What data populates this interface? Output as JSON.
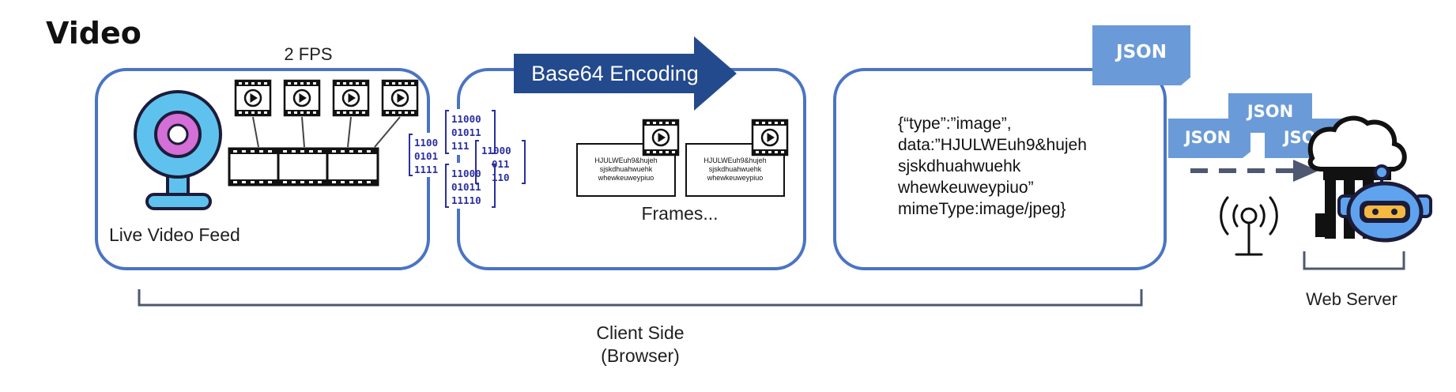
{
  "title": "Video",
  "fps_label": "2 FPS",
  "live_feed_label": "Live Video Feed",
  "encoding_label": "Base64 Encoding",
  "frame_text_lines": [
    "HJULWEuh9&hujeh",
    "sjskdhuahwuehk",
    "whewkeuweypiuo"
  ],
  "frames_label": "Frames...",
  "json_tag": "JSON",
  "payload_lines": [
    "{“type”:”image”,",
    "data:”HJULWEuh9&hujeh",
    "sjskdhuahwuehk",
    "whewkeuweypiuo”",
    "mimeType:image/jpeg}"
  ],
  "packet_labels": [
    "JSON",
    "JSON",
    "JSON"
  ],
  "web_server_label": "Web Server",
  "client_side_label": "Client Side",
  "browser_label": "(Browser)",
  "binary_blocks": [
    [
      "11000",
      "01011",
      "111"
    ],
    [
      "1100",
      "0101",
      "1111"
    ],
    [
      "11000",
      "011",
      "110"
    ],
    [
      "11000",
      "01011",
      "11110"
    ]
  ],
  "colors": {
    "stage_border": "#4a74c4",
    "encoding_banner": "#234a8c",
    "json_tag": "#6a9bd8",
    "binary": "#2b2f9e",
    "camera_blue": "#5fc2ee",
    "camera_ring": "#d36fd6",
    "robot_blue": "#5fa3ee",
    "dark_outline": "#1c1c3a",
    "arrow_gray": "#4e5870"
  }
}
